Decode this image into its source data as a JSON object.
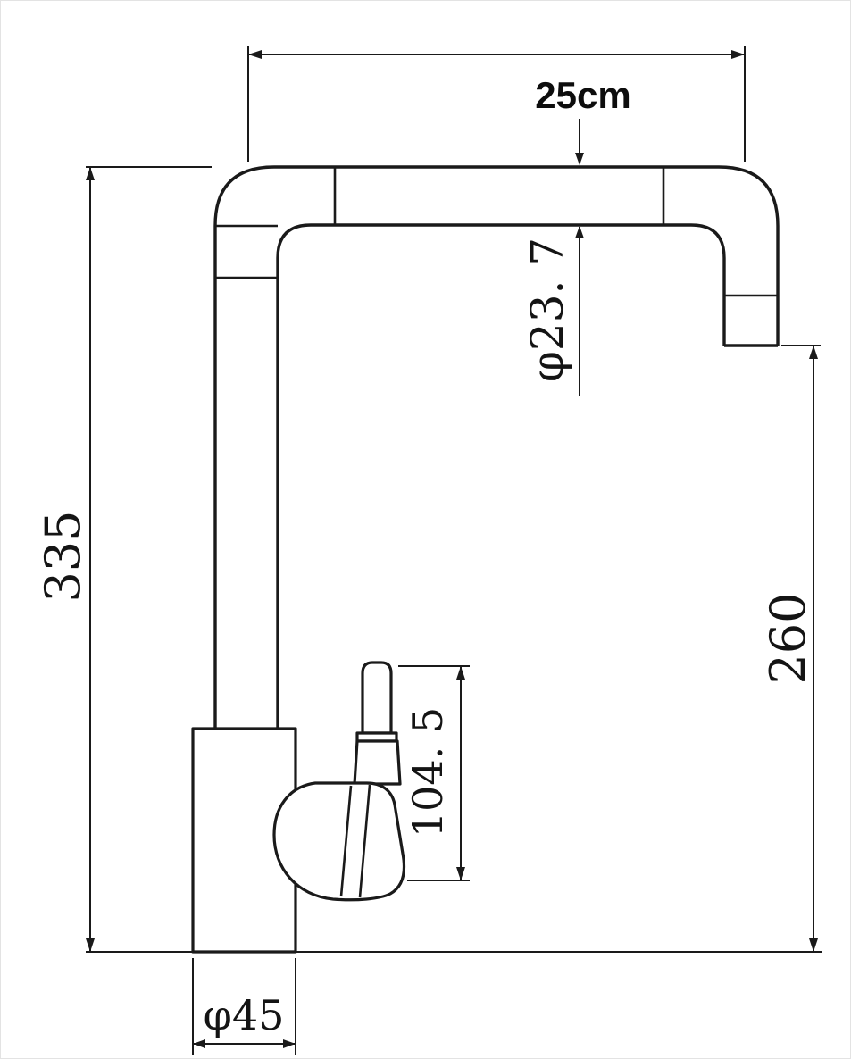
{
  "drawing": {
    "background": "#ffffff",
    "line_color": "#1a1a1a",
    "labels": {
      "top_width": "25cm",
      "pipe_diameter": "φ23. 7",
      "overall_height": "335",
      "spout_height": "260",
      "handle_length": "104. 5",
      "base_diameter": "φ45"
    }
  }
}
